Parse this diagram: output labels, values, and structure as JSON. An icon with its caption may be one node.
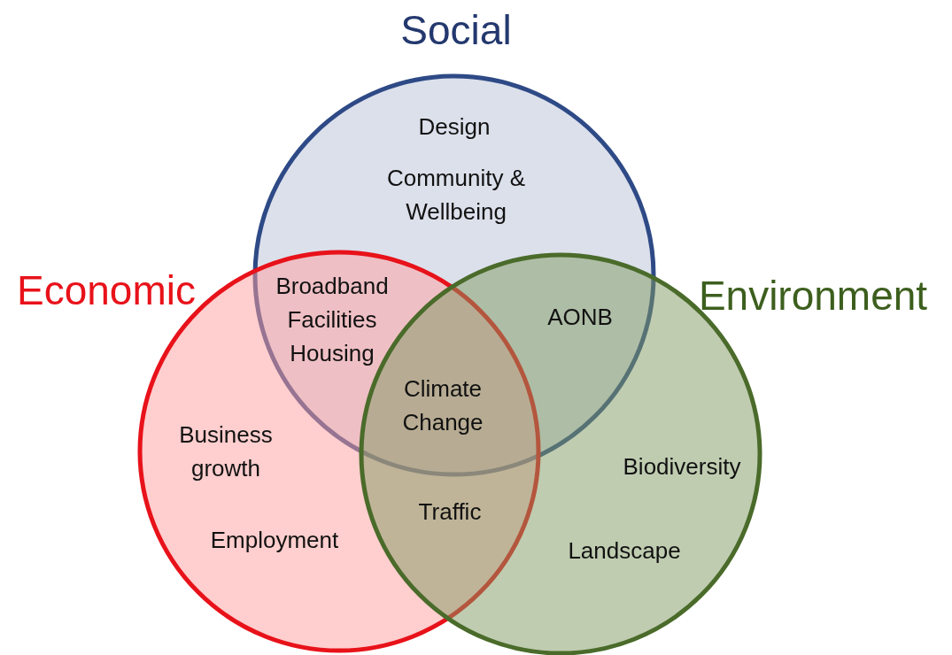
{
  "diagram": {
    "nodes": [
      {
        "text": [
          "Social",
          "Design",
          "Community & Wellbeing"
        ]
      },
      {
        "text": [
          "Economic",
          "Business growth",
          "Employment"
        ]
      },
      {
        "text": [
          "Environment",
          "Biodiversity",
          "Landscape"
        ]
      }
    ],
    "labels": [
      "Broadband Facilities Housing",
      "AONB",
      "Climate Change",
      "Traffic"
    ]
  }
}
